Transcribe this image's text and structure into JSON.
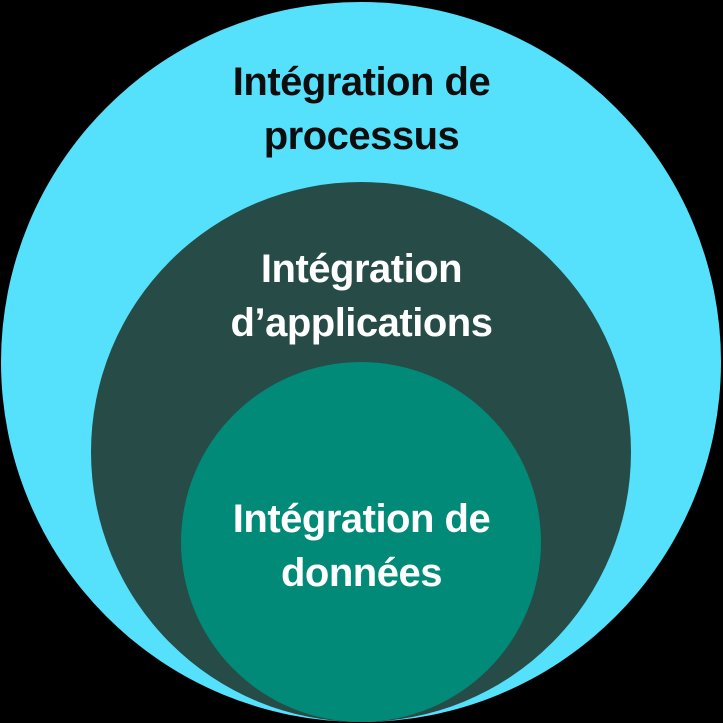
{
  "diagram": {
    "type": "nested-circles",
    "background_color": "#000000",
    "rings": [
      {
        "id": "process-integration",
        "label": "Intégration de\nprocessus",
        "fill_color": "#55E1FC",
        "text_color": "#0d0d0d",
        "level": "outer"
      },
      {
        "id": "application-integration",
        "label": "Intégration\nd’applications",
        "fill_color": "#274B46",
        "text_color": "#ffffff",
        "level": "middle"
      },
      {
        "id": "data-integration",
        "label": "Intégration de\ndonnées",
        "fill_color": "#008A77",
        "text_color": "#ffffff",
        "level": "inner"
      }
    ]
  }
}
